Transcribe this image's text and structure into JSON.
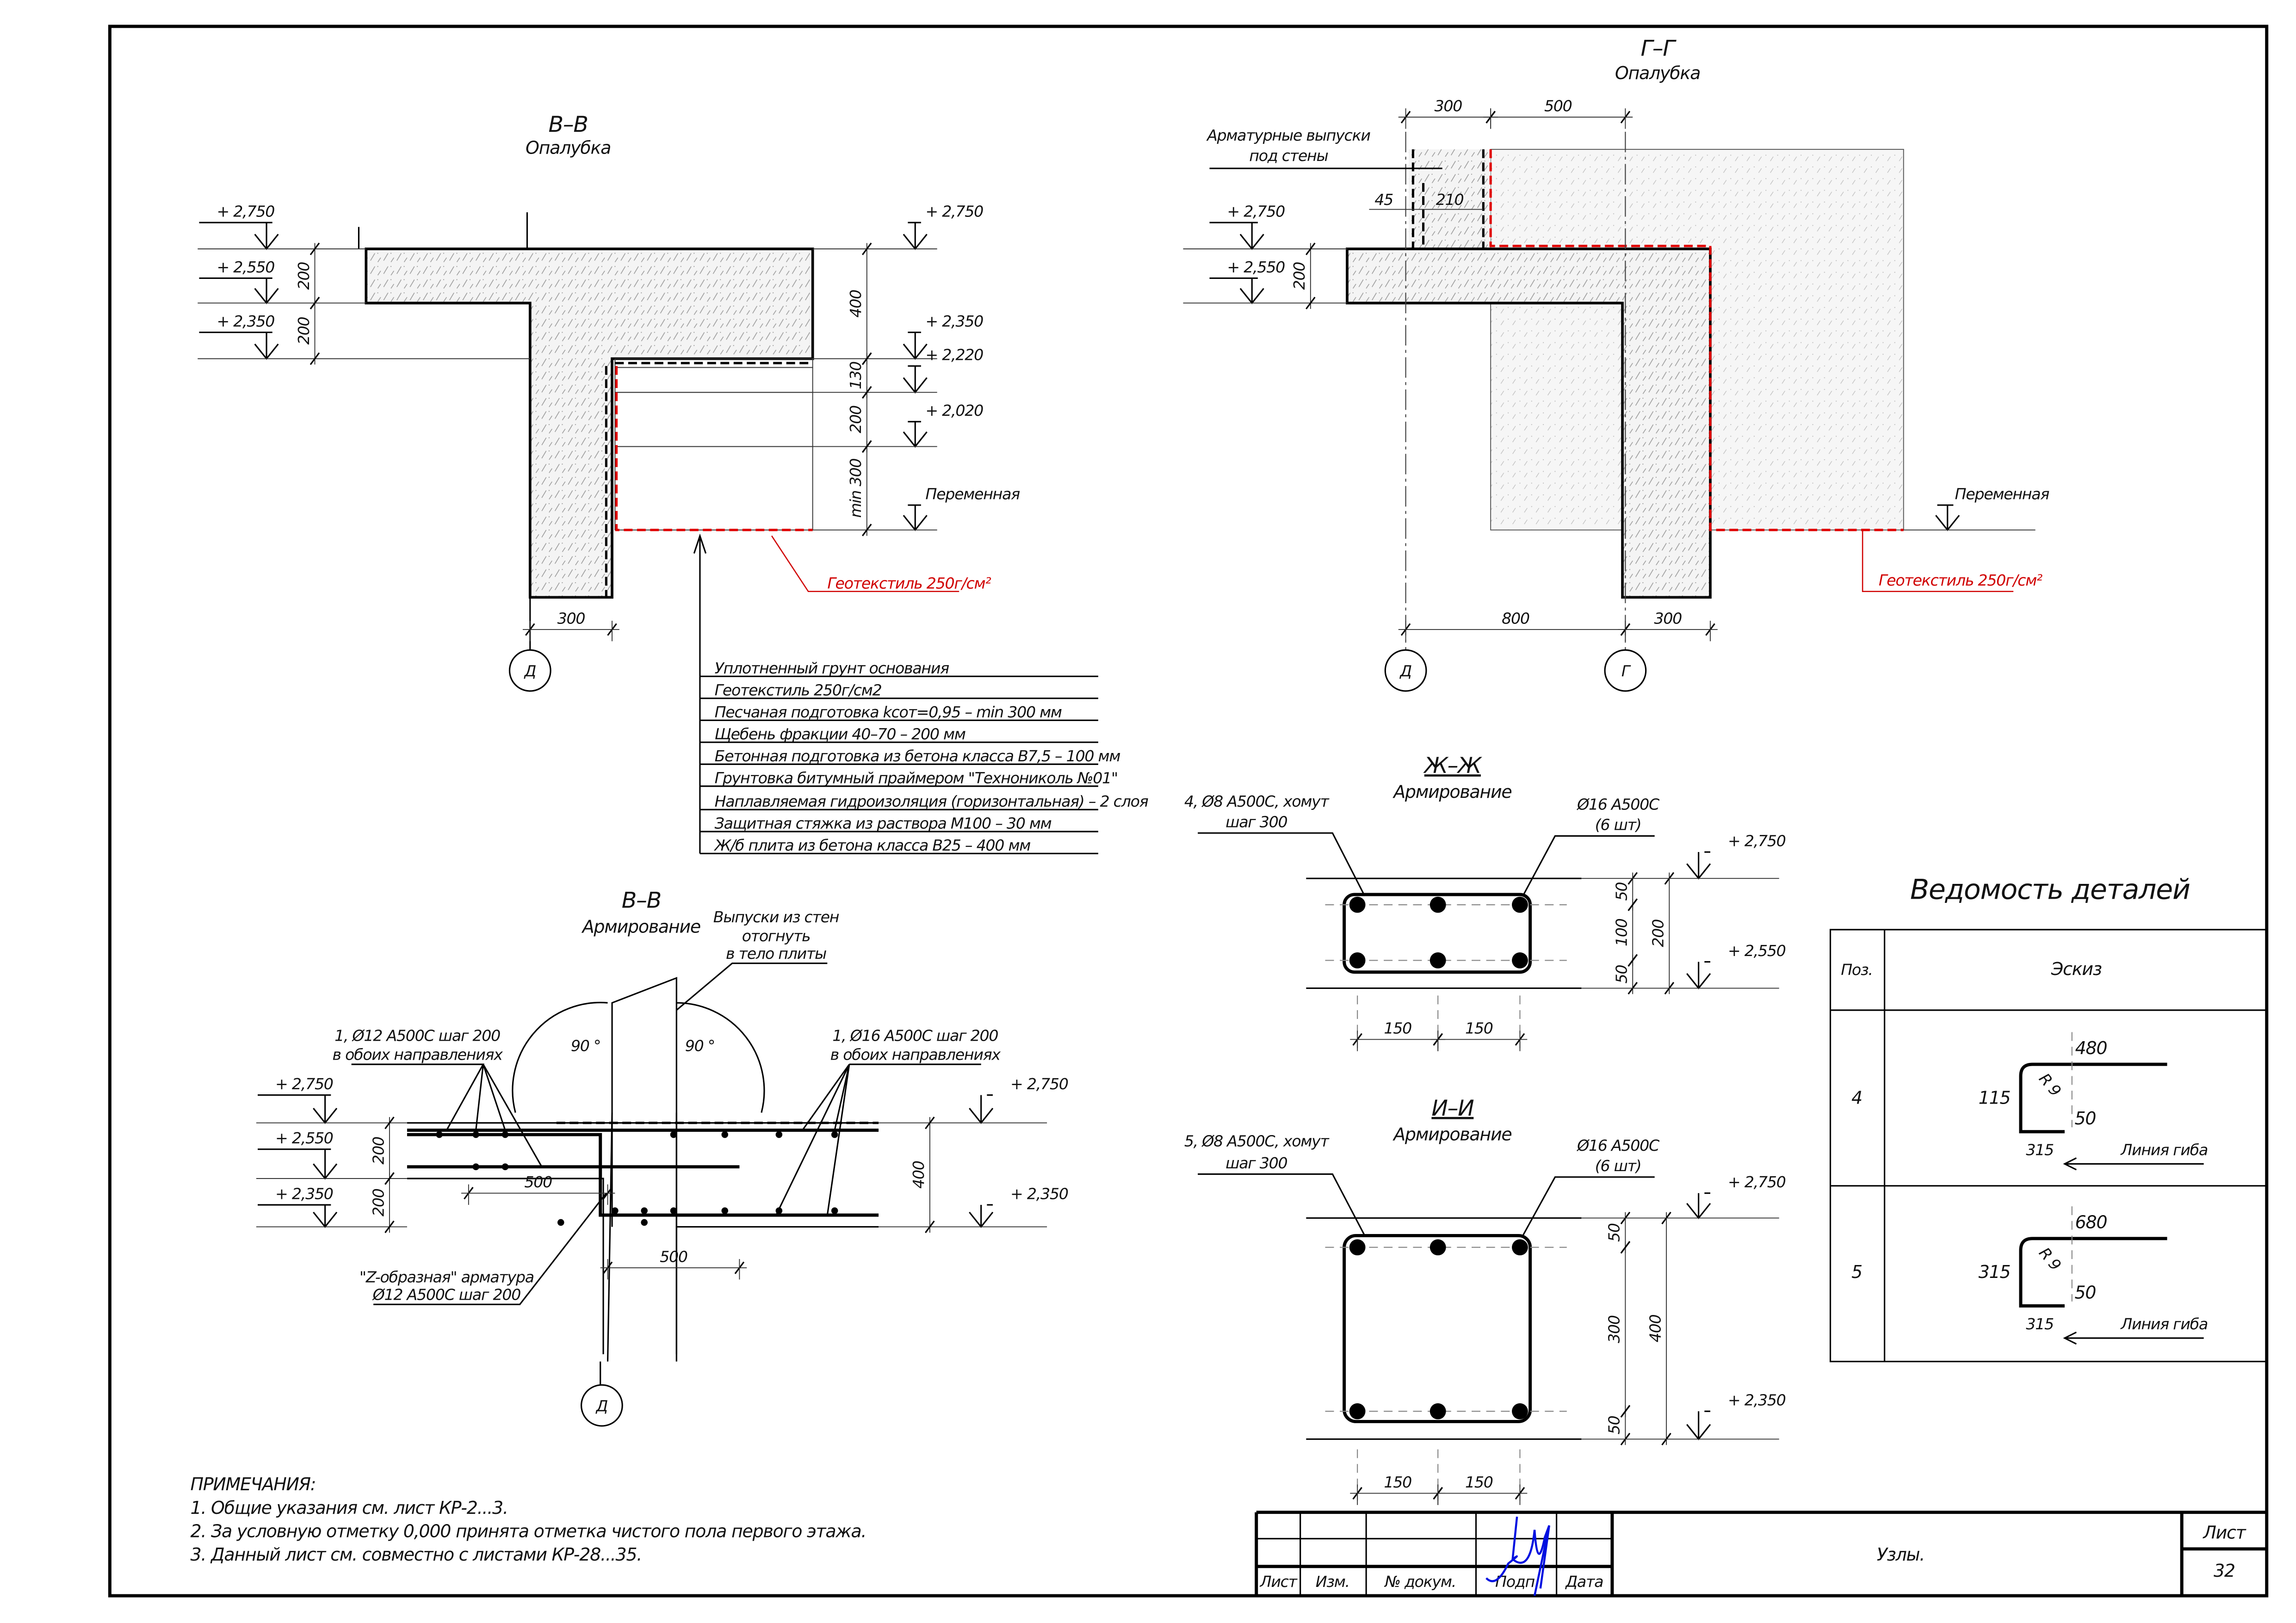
{
  "colors": {
    "line": "#000000",
    "geotextile": "#e00000",
    "signature": "#0010e0"
  },
  "vv_formwork": {
    "title": "В–В",
    "subtitle": "Опалубка",
    "elev_left": [
      "+ 2,750",
      "+ 2,550",
      "+ 2,350"
    ],
    "dims_left": [
      "200",
      "200"
    ],
    "elev_right": [
      "+ 2,750",
      "+ 2,350",
      "+ 2,220",
      "+ 2,020",
      "Переменная"
    ],
    "dims_right": [
      "400",
      "130",
      "200",
      "min 300"
    ],
    "dim_wall": "300",
    "axis": "Д",
    "geotextile": "Геотекстиль 250г/см²"
  },
  "layers": [
    "Уплотненный грунт основания",
    "Геотекстиль 250г/см2",
    "Песчаная подготовка kсот=0,95 – min 300 мм",
    "Щебень фракции 40–70 – 200 мм",
    "Бетонная подготовка из бетона класса В7,5 – 100 мм",
    "Грунтовка битумный праймером \"Технониколь №01\"",
    "Наплавляемая гидроизоляция (горизонтальная) – 2 слоя",
    "Защитная стяжка из раствора М100 – 30 мм",
    "Ж/б плита из бетона класса В25 – 400 мм"
  ],
  "gg": {
    "title": "Г–Г",
    "subtitle": "Опалубка",
    "rebar_label_1": "Арматурные выпуски",
    "rebar_label_2": "под стены",
    "dims_top": [
      "300",
      "500"
    ],
    "dims_inner": [
      "45",
      "210"
    ],
    "elev_left": [
      "+ 2,750",
      "+ 2,550"
    ],
    "dim_left": "200",
    "dims_bottom": [
      "800",
      "300"
    ],
    "axes": [
      "Д",
      "Г"
    ],
    "elev_right": "Переменная",
    "geotextile": "Геотекстиль 250г/см²"
  },
  "zz": {
    "title": "Ж–Ж",
    "subtitle": "Армирование",
    "stirrup_1": "4, Ø8 А500С, хомут",
    "stirrup_2": "шаг 300",
    "bars_1": "Ø16 А500С",
    "bars_2": "(6 шт)",
    "elev": [
      "+ 2,750",
      "+ 2,550"
    ],
    "dims_v": [
      "50",
      "100",
      "50"
    ],
    "dim_total": "200",
    "dims_h": [
      "150",
      "150"
    ]
  },
  "ii": {
    "title": "И–И",
    "subtitle": "Армирование",
    "stirrup_1": "5, Ø8 А500С, хомут",
    "stirrup_2": "шаг 300",
    "bars_1": "Ø16 А500С",
    "bars_2": "(6 шт)",
    "elev": [
      "+ 2,750",
      "+ 2,350"
    ],
    "dims_v": [
      "50",
      "300",
      "50"
    ],
    "dim_total": "400",
    "dims_h": [
      "150",
      "150"
    ]
  },
  "vv_rebar": {
    "title": "В–В",
    "subtitle": "Армирование",
    "outlets_1": "Выпуски из стен",
    "outlets_2": "отогнуть",
    "outlets_3": "в тело плиты",
    "left_rebar_1": "1, Ø12 А500С шаг 200",
    "left_rebar_2": "в обоих направлениях",
    "right_rebar_1": "1, Ø16 А500С шаг 200",
    "right_rebar_2": "в обоих направлениях",
    "angle": "90 °",
    "elev_left": [
      "+ 2,750",
      "+ 2,550",
      "+ 2,350"
    ],
    "dims_left": [
      "200",
      "200"
    ],
    "elev_right": [
      "+ 2,750",
      "+ 2,350"
    ],
    "dim_right": "400",
    "dim_500_a": "500",
    "dim_500_b": "500",
    "z_1": "\"Z-образная\" арматура",
    "z_2": "Ø12 А500С шаг 200",
    "axis": "Д"
  },
  "details": {
    "title": "Ведомость деталей",
    "headers": [
      "Поз.",
      "Эскиз"
    ],
    "rows": [
      {
        "pos": "4",
        "top": "480",
        "side": "115",
        "radius": "R 9",
        "lip": "50",
        "bottom": "315",
        "bend": "Линия гиба"
      },
      {
        "pos": "5",
        "top": "680",
        "side": "315",
        "radius": "R 9",
        "lip": "50",
        "bottom": "315",
        "bend": "Линия гиба"
      }
    ]
  },
  "notes": {
    "heading": "ПРИМЕЧАНИЯ:",
    "items": [
      "1. Общие указания см. лист КР-2...3.",
      "2. За условную отметку 0,000 принята отметка чистого пола первого этажа.",
      "3. Данный лист см. совместно с листами КР-28...35."
    ]
  },
  "title_block": {
    "columns": [
      "Лист",
      "Изм.",
      "№ докум.",
      "Подп.",
      "Дата"
    ],
    "sheet_title": "Узлы.",
    "sheet_label": "Лист",
    "sheet_number": "32"
  }
}
